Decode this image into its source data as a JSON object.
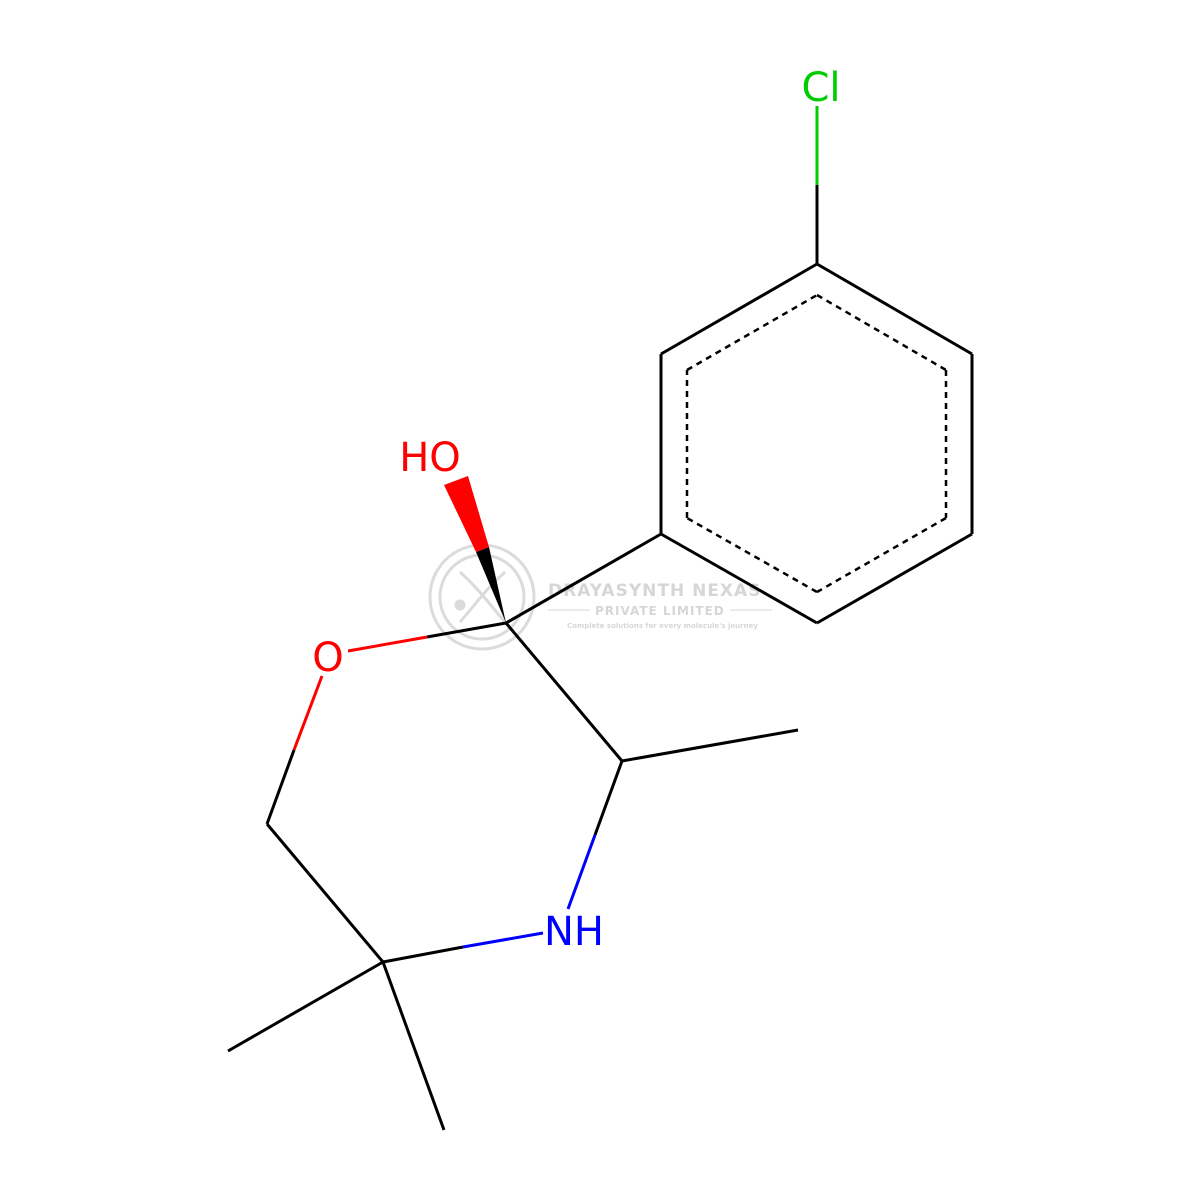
{
  "structure": {
    "atom_labels": {
      "chlorine": "Cl",
      "hydroxyl": "HO",
      "ring_oxygen": "O",
      "amine": "NH"
    },
    "colors": {
      "bond": "#000000",
      "chlorine": "#00cc00",
      "oxygen": "#ff0000",
      "nitrogen": "#0000ff"
    }
  },
  "watermark": {
    "company": "DRAYASYNTH NEXAS",
    "subtitle": "PRIVATE LIMITED",
    "tagline": "Complete solutions for every molecule's journey",
    "color": "#b4b4b4"
  }
}
